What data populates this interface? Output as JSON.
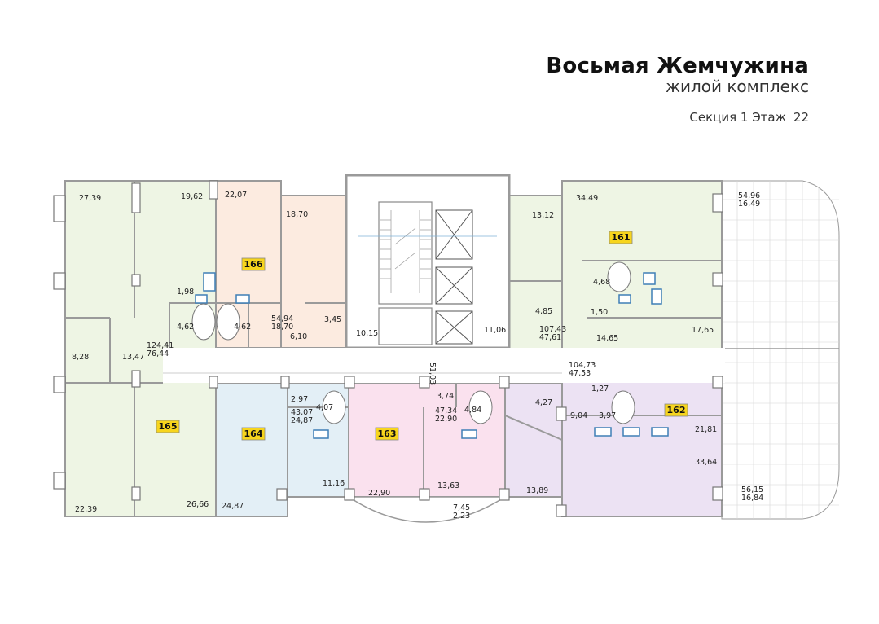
{
  "header": {
    "title": "Восьмая Жемчужина",
    "subtitle": "жилой комплекс",
    "section_label": "Секция 1 Этаж",
    "floor": "22"
  },
  "colors": {
    "green": "#eef5e4",
    "peach": "#fcebe0",
    "blue": "#e3eff6",
    "pink": "#fae1ee",
    "purple": "#ece2f3",
    "badge": "#f7d51d",
    "wall": "#9a9a9a"
  },
  "apartments": {
    "a166": "166",
    "a161": "161",
    "a165": "165",
    "a164": "164",
    "a163": "163",
    "a162": "162"
  },
  "areas": {
    "r2739": "27,39",
    "r1962": "19,62",
    "r2207": "22,07",
    "r1870a": "18,70",
    "r198": "1,98",
    "r462a": "4,62",
    "r462b": "4,62",
    "r5494": "54,94",
    "r1870b": "18,70",
    "r345": "3,45",
    "r610": "6,10",
    "r12441": "124,41",
    "r7644": "76,44",
    "r1347": "13,47",
    "r828": "8,28",
    "r1015": "10,15",
    "r5103": "51,03",
    "r1106": "11,06",
    "r1312": "13,12",
    "r3449": "34,49",
    "r5496": "54,96",
    "r1649": "16,49",
    "r468": "4,68",
    "r150": "1,50",
    "r485": "4,85",
    "r10743": "107,43",
    "r4761": "47,61",
    "r1465": "14,65",
    "r1765": "17,65",
    "r10473": "104,73",
    "r4753": "47,53",
    "r127": "1,27",
    "r904": "9,04",
    "r397": "3,97",
    "r2181": "21,81",
    "r3364": "33,64",
    "r5615": "56,15",
    "r1684": "16,84",
    "r1389": "13,89",
    "r427": "4,27",
    "r374": "3,74",
    "r484": "4,84",
    "r4734": "47,34",
    "r2290a": "22,90",
    "r1363": "13,63",
    "r745": "7,45",
    "r223": "2,23",
    "r2290b": "22,90",
    "r297": "2,97",
    "r407": "4,07",
    "r4307": "43,07",
    "r2487a": "24,87",
    "r1116": "11,16",
    "r2487b": "24,87",
    "r2239": "22,39",
    "r2666": "26,66"
  }
}
